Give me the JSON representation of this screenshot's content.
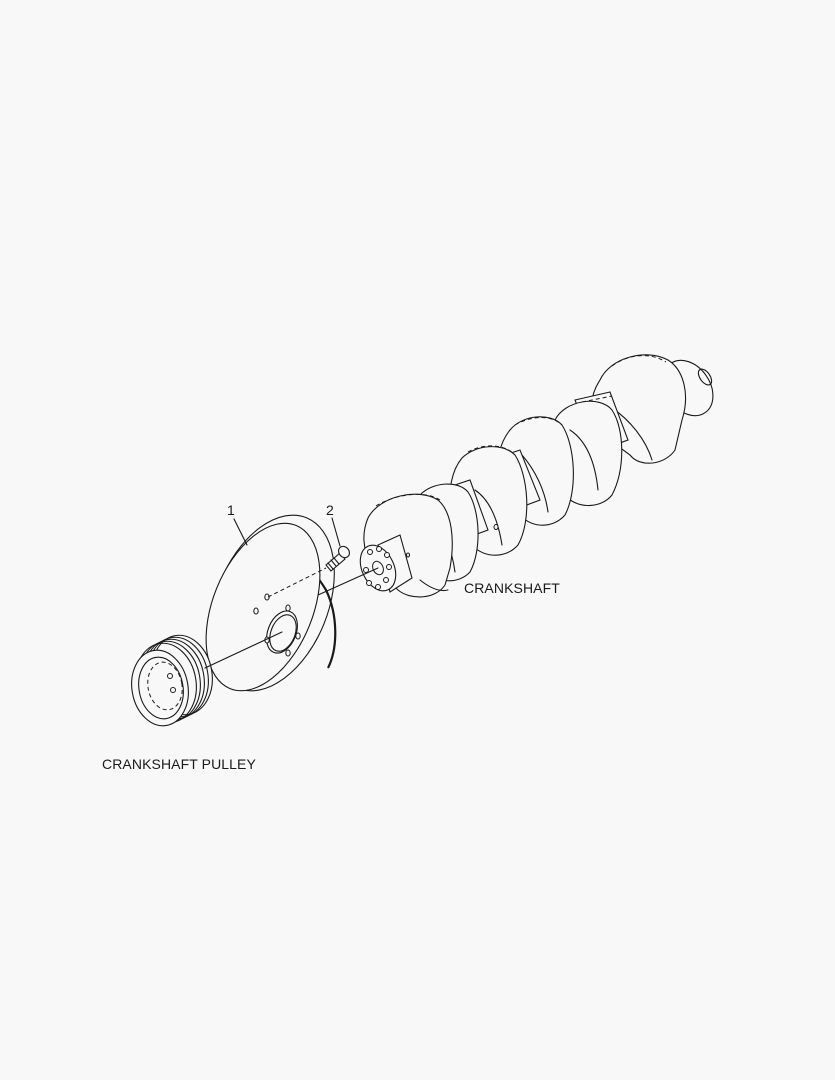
{
  "diagram": {
    "type": "exploded-parts-view",
    "callouts": [
      {
        "number": "1",
        "part": "damper-plate"
      },
      {
        "number": "2",
        "part": "bolt"
      }
    ],
    "labels": {
      "crankshaft": "CRANKSHAFT",
      "crankshaft_pulley": "CRANKSHAFT PULLEY"
    },
    "callout_numbers": {
      "one": "1",
      "two": "2"
    }
  }
}
